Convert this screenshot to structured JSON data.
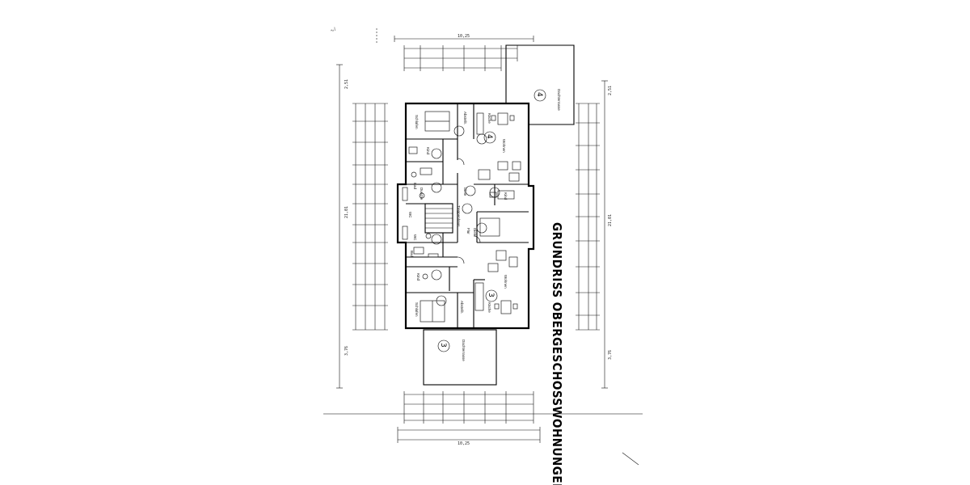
{
  "title": "GRUNDRISS OBERGESCHOSSWOHNUNGEN",
  "units": {
    "upper": "4",
    "lower": "3"
  },
  "rooms": {
    "dachterrasse": "Dachterrasse",
    "schlafen": "Schlafen",
    "abstellr": "Abstellr.",
    "kind": "Kind",
    "bad": "Bad",
    "kueche": "Küche",
    "wohnen": "Wohnen",
    "treppenhaus": "Treppenhaus",
    "dusche": "Dusche",
    "wc": "WC",
    "diele": "Diele",
    "flur": "Flur"
  },
  "dimensions": {
    "top_overall": "10,25",
    "bottom_overall": "10,25",
    "left_overall": "21,01",
    "right_overall": "21,01",
    "left_terrace": "3,76",
    "right_terrace": "3,76",
    "top_offset": "2,51",
    "right_top": "2,51"
  }
}
